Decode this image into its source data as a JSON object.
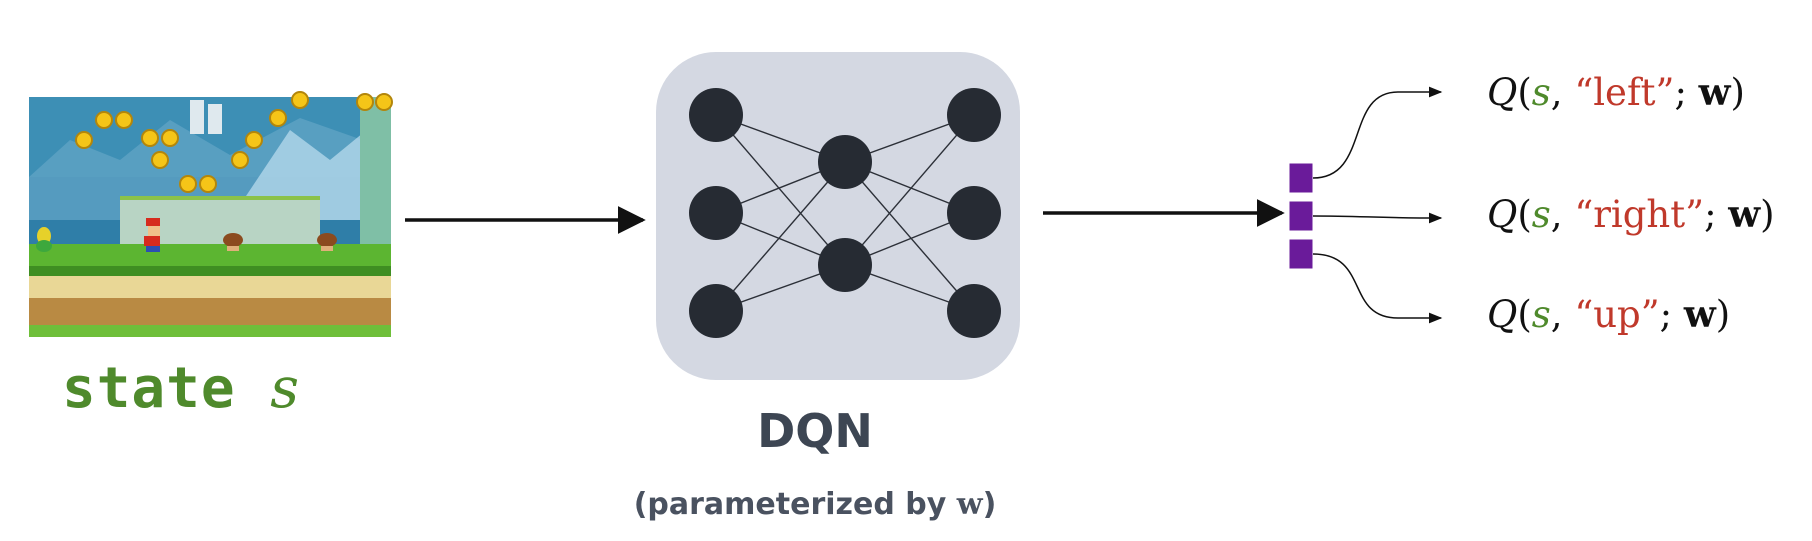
{
  "state": {
    "label": "state",
    "var": "s"
  },
  "network": {
    "title": "DQN",
    "subtitle_prefix": "(parameterized by ",
    "subtitle_var": "w",
    "subtitle_suffix": ")"
  },
  "outputs": [
    {
      "q": "Q",
      "open": "(",
      "s": "s",
      "comma": ", ",
      "action": "“left”",
      "sep": "; ",
      "w": "w",
      "close": ")"
    },
    {
      "q": "Q",
      "open": "(",
      "s": "s",
      "comma": ", ",
      "action": "“right”",
      "sep": "; ",
      "w": "w",
      "close": ")"
    },
    {
      "q": "Q",
      "open": "(",
      "s": "s",
      "comma": ", ",
      "action": "“up”",
      "sep": "; ",
      "w": "w",
      "close": ")"
    }
  ],
  "colors": {
    "state_green": "#4f8a2c",
    "action_red": "#c0392b",
    "network_bg": "#d4d8e2",
    "node": "#262b33",
    "output_purple": "#6a1b9a"
  }
}
